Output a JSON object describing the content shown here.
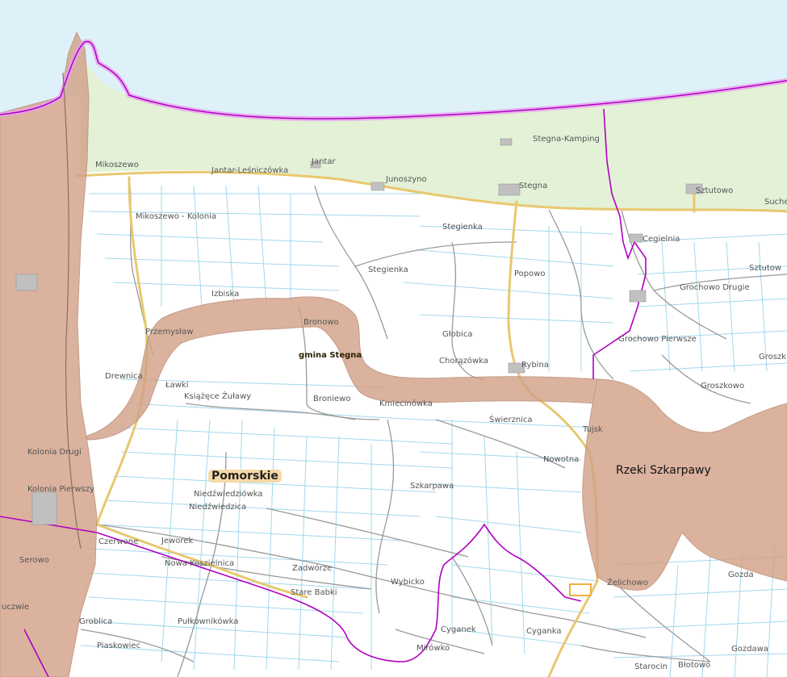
{
  "colors": {
    "sea": "#dff1f8",
    "coast_strip": "#e3f1d6",
    "land": "#ffffff",
    "flood": "#d2a288",
    "boundary": "#b000c0",
    "road_major": "#e8c870",
    "road_minor": "#9a9a9a",
    "canal": "#9cd6ec"
  },
  "labels": {
    "stegna_kamping": "Stegna-Kamping",
    "mikoszewo": "Mikoszewo",
    "jantar": "Jantar",
    "jantar_lesniczowka": "Jantar-Leśniczówka",
    "junoszyno": "Junoszyno",
    "stegna": "Stegna",
    "sztutowo": "Sztutowo",
    "suchacz": "Suche",
    "mikoszewo_kolonia": "Mikoszewo - Kolonia",
    "stegienka_top": "Stegienka",
    "cegielnia": "Cegielnia",
    "stegienka_mid": "Stegienka",
    "popowo": "Popowo",
    "sztutowo_east": "Sztutow",
    "izbiska": "Izbiska",
    "grochowo_drugie": "Grochowo Drugie",
    "przemyslaw": "Przemysław",
    "bronowo": "Bronowo",
    "globica": "Głobica",
    "grochowo_pierwsze": "Grochowo Pierwsze",
    "gmina_stegna": "gmina Stegna",
    "grochowo_east": "Groszk",
    "chorazowka": "Chorązówka",
    "rybina": "Rybina",
    "drewnica": "Drewnica",
    "lawki": "Ławki",
    "ksiazece_zulawy": "Książęce Żuławy",
    "groszkowo": "Groszkowo",
    "bronowo2": "Broniewo",
    "mjaniowka": "Kmiecinówka",
    "swierznica": "Świerznica",
    "tujsk": "Tujsk",
    "kolonia_drugi": "Kolonia Drugi",
    "nowotna": "Nowotna",
    "rzeki": "Rzeki Szkarpawy",
    "pomorskie": "Pomorskie",
    "szkarpawa": "Szkarpawa",
    "kolonia_pierwszy": "Kolonia Pierwszy",
    "niedzwiedziowka": "Niedźwiedziówka",
    "niedzwiedzica": "Niedźwiedzica",
    "czerwone": "Czerwone",
    "jeworek": "Jeworek",
    "nowa_kolonia": "Nowa Koszielnica",
    "zadworze": "Zadwórze",
    "zelichowo": "Żelichowo",
    "stare_babki": "Stare Babki",
    "wybicko": "Wybicko",
    "grobelka": "Groblica",
    "pulkownikowka": "Pułkownikówka",
    "cyganek": "Cyganek",
    "cyganka": "Cyganka",
    "piaskowiec": "Piaskowiec",
    "mirowko": "Mirówko",
    "gozdawa": "Gozdawa",
    "starocin": "Starocin",
    "blotowo": "Błotowo",
    "gozdawa_top": "Gozda",
    "serowo": "Serowo",
    "kudziwie": "uczwie"
  }
}
